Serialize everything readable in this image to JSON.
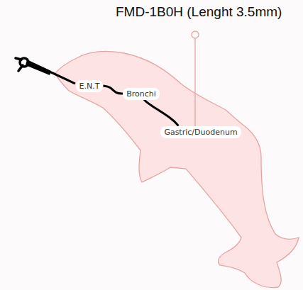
{
  "diagram": {
    "title": "FMD-1B0H (Lenght 3.5mm)",
    "nodes": [
      {
        "text": [
          "E.N.T"
        ]
      },
      {
        "text": [
          "Bronchi"
        ]
      },
      {
        "text": [
          "Gastric/Duodenum"
        ]
      }
    ],
    "edges": [
      {
        "from": 0,
        "to": 1,
        "arrow": "none"
      },
      {
        "from": 1,
        "to": 2,
        "arrow": "none"
      }
    ]
  }
}
